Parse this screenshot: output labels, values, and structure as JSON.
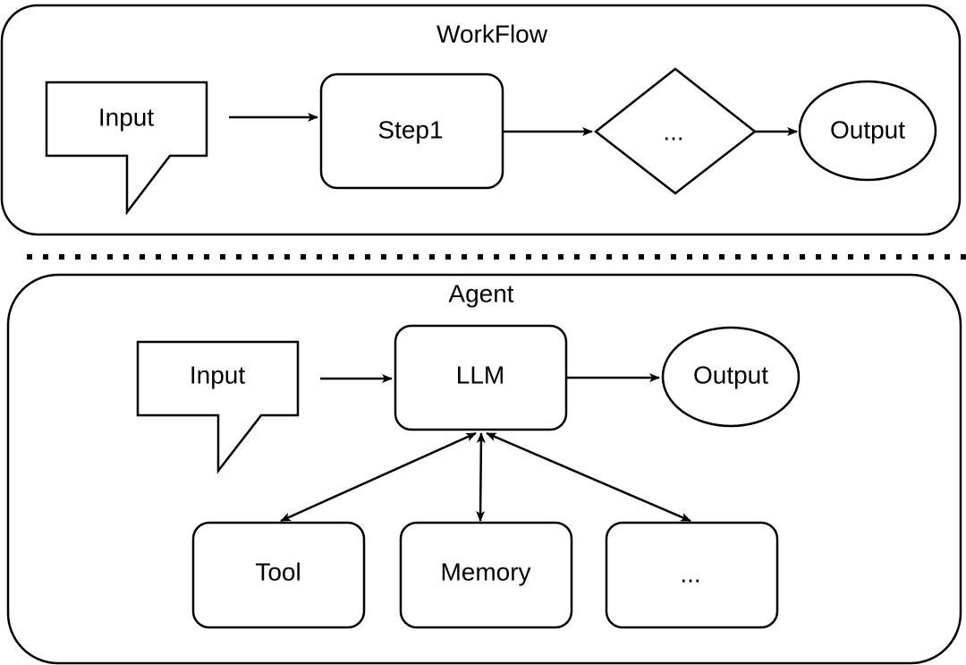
{
  "workflow": {
    "title": "WorkFlow",
    "input_label": "Input",
    "step1_label": "Step1",
    "decision_label": "...",
    "output_label": "Output"
  },
  "agent": {
    "title": "Agent",
    "input_label": "Input",
    "llm_label": "LLM",
    "output_label": "Output",
    "tool_label": "Tool",
    "memory_label": "Memory",
    "more_label": "..."
  },
  "colors": {
    "stroke": "#000000",
    "fill": "#ffffff"
  }
}
